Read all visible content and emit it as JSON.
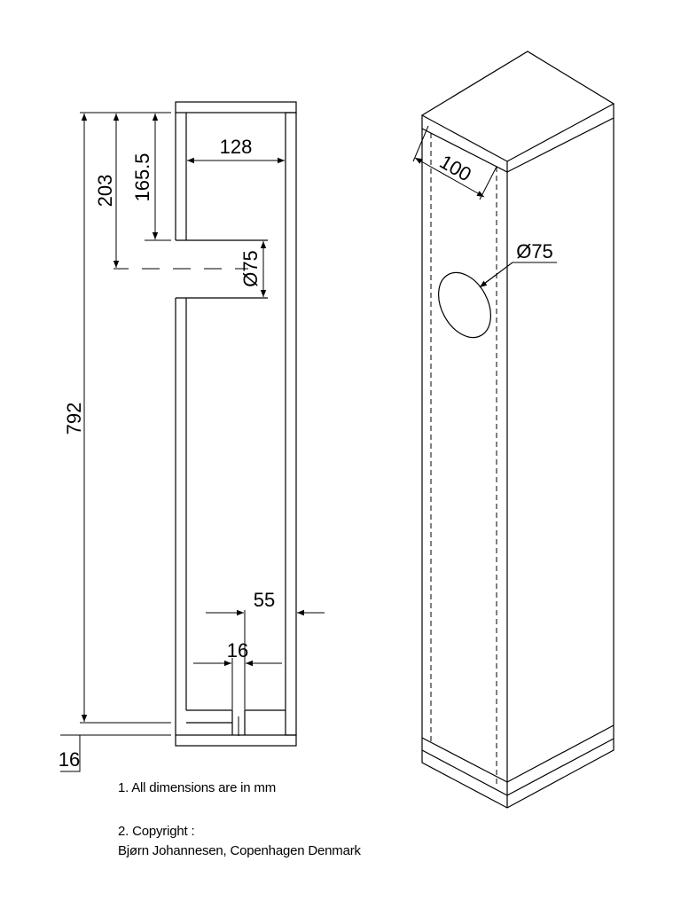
{
  "section": {
    "dim_792": "792",
    "dim_203": "203",
    "dim_165_5": "165.5",
    "dim_128": "128",
    "dim_75": "Ø75",
    "dim_55": "55",
    "dim_16_port": "16",
    "dim_16_board": "16"
  },
  "iso": {
    "dim_100": "100",
    "dim_75": "Ø75"
  },
  "notes": {
    "note1": "1. All dimensions are in mm",
    "note2_line1": "2. Copyright :",
    "note2_line2": "Bjørn Johannesen, Copenhagen Denmark"
  }
}
